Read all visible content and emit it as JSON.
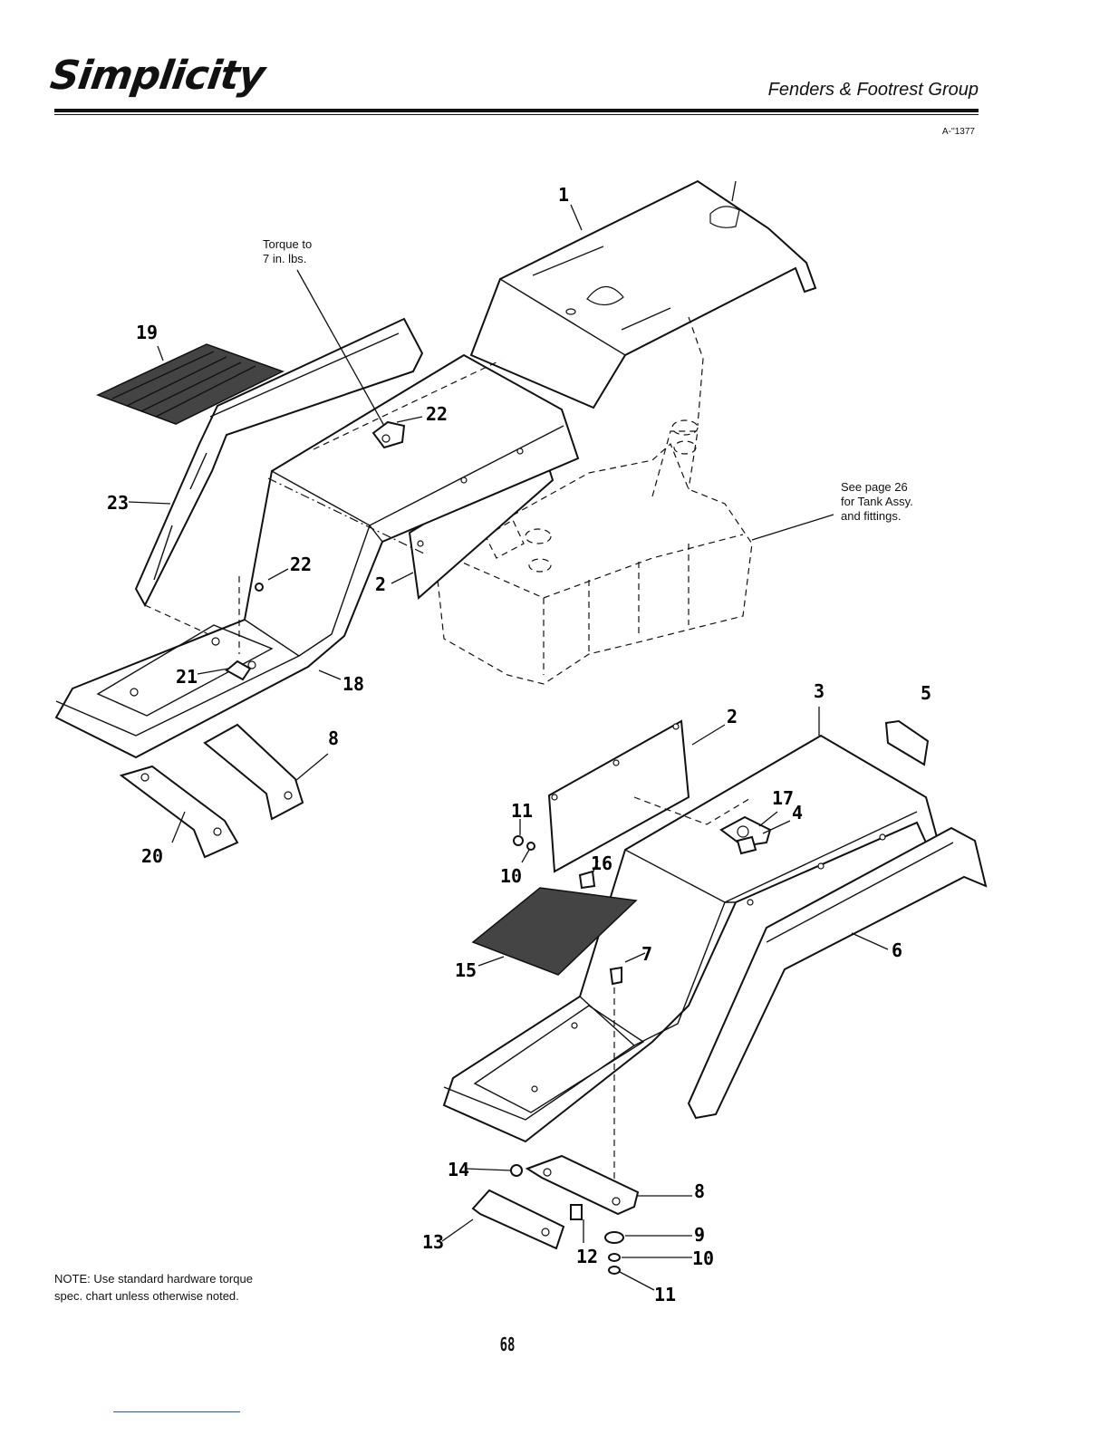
{
  "header": {
    "brand": "Simplicity",
    "section_title": "Fenders & Footrest Group",
    "drawing_id": "A-''1377"
  },
  "callouts": {
    "torque": "Torque to\n7 in. lbs.",
    "tank": "See page 26\nfor Tank Assy.\nand fittings."
  },
  "note": "NOTE: Use standard hardware torque spec. chart unless otherwise noted.",
  "page_number": "68",
  "part_numbers": {
    "p1": "1",
    "p2a": "2",
    "p2b": "2",
    "p3": "3",
    "p4": "4",
    "p5": "5",
    "p6": "6",
    "p7": "7",
    "p8a": "8",
    "p8b": "8",
    "p9": "9",
    "p10a": "10",
    "p10b": "10",
    "p11a": "11",
    "p11b": "11",
    "p12": "12",
    "p13": "13",
    "p14": "14",
    "p15": "15",
    "p16": "16",
    "p17": "17",
    "p18": "18",
    "p19": "19",
    "p20": "20",
    "p21": "21",
    "p22a": "22",
    "p22b": "22",
    "p23": "23"
  }
}
